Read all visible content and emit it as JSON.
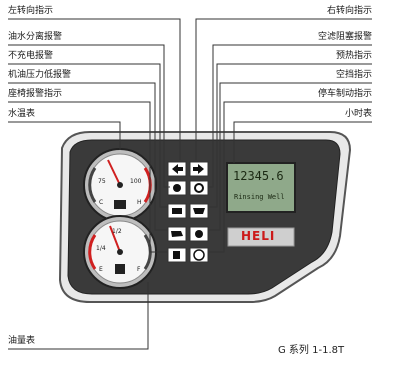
{
  "labels_left": [
    {
      "id": "left-turn",
      "text": "左转向指示"
    },
    {
      "id": "oil-water",
      "text": "油水分离报警"
    },
    {
      "id": "no-charge",
      "text": "不充电报警"
    },
    {
      "id": "oil-pressure",
      "text": "机油压力低报警"
    },
    {
      "id": "seat",
      "text": "座椅报警指示"
    },
    {
      "id": "water-temp",
      "text": "水温表"
    },
    {
      "id": "fuel",
      "text": "油量表"
    }
  ],
  "labels_right": [
    {
      "id": "right-turn",
      "text": "右转向指示"
    },
    {
      "id": "air-filter",
      "text": "空滤阻塞报警"
    },
    {
      "id": "preheat",
      "text": "预热指示"
    },
    {
      "id": "neutral",
      "text": "空挡指示"
    },
    {
      "id": "parking",
      "text": "停车制动指示"
    },
    {
      "id": "hour",
      "text": "小时表"
    }
  ],
  "lcd": {
    "hours": "12345.6",
    "message": "Rinsing Well"
  },
  "brand": "HELI",
  "caption": "G 系列 1-1.8T",
  "gauge_temp": {
    "ticks": [
      "75",
      "100",
      "C",
      "H"
    ]
  },
  "gauge_fuel": {
    "ticks": [
      "1/2",
      "1/4",
      "E",
      "F"
    ]
  }
}
